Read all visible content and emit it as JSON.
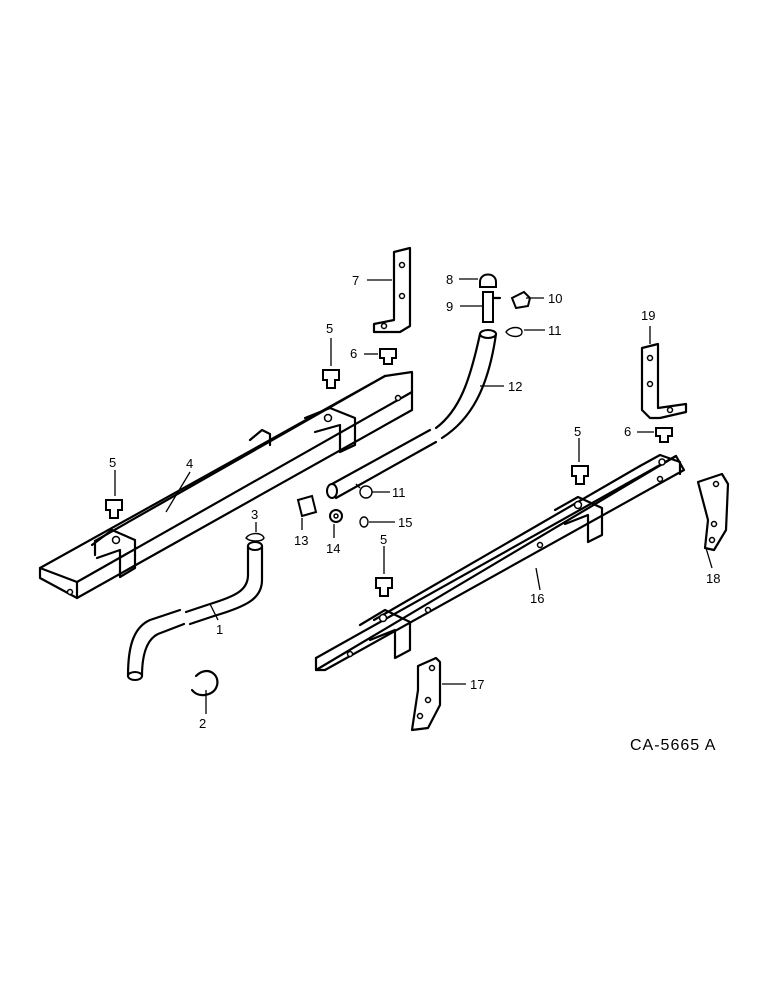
{
  "callouts": {
    "c1": "1",
    "c2": "2",
    "c3": "3",
    "c4": "4",
    "c5a": "5",
    "c5b": "5",
    "c5c": "5",
    "c5d": "5",
    "c6a": "6",
    "c6b": "6",
    "c7": "7",
    "c8": "8",
    "c9": "9",
    "c10": "10",
    "c11a": "11",
    "c11b": "11",
    "c12": "12",
    "c13": "13",
    "c14": "14",
    "c15": "15",
    "c16": "16",
    "c17": "17",
    "c18": "18",
    "c19": "19"
  },
  "drawing_code": "CA-5665 A"
}
